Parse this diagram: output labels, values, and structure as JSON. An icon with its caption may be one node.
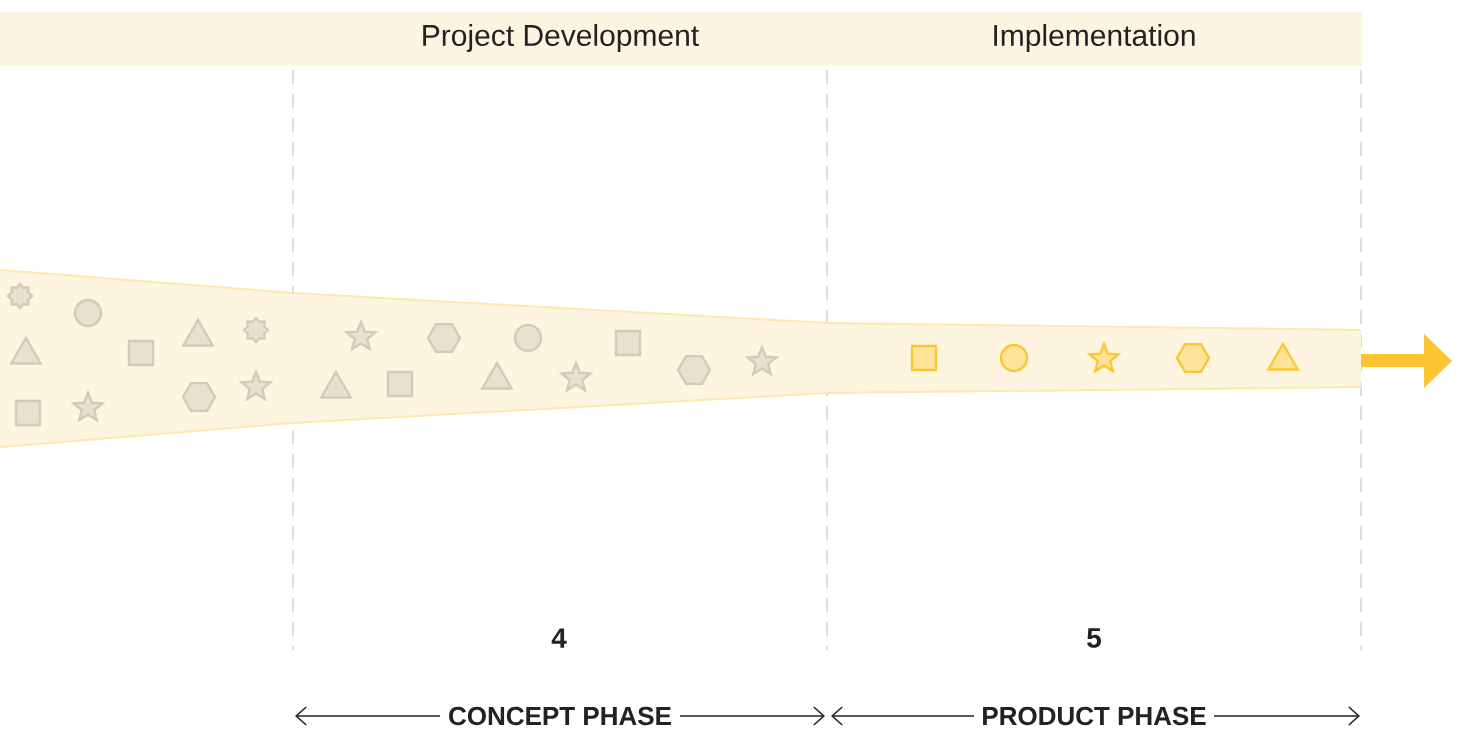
{
  "diagram": {
    "labels": [
      "Project Development",
      "Implementation",
      "4",
      "5",
      "CONCEPT PHASE",
      "PRODUCT PHASE"
    ]
  }
}
